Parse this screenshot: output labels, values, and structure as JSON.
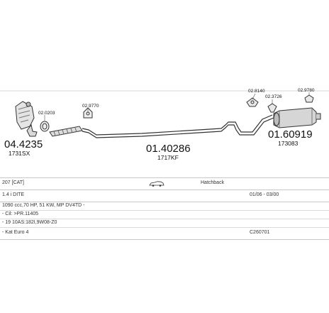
{
  "diagram": {
    "parts": [
      {
        "ref": "04.4235",
        "code": "1731SX"
      },
      {
        "ref": "02.0203",
        "code": ""
      },
      {
        "ref": "02.9770",
        "code": ""
      },
      {
        "ref": "01.40286",
        "code": "1717KF"
      },
      {
        "ref": "02.8140",
        "code": ""
      },
      {
        "ref": "02.3726",
        "code": ""
      },
      {
        "ref": "02.9780",
        "code": ""
      },
      {
        "ref": "01.60919",
        "code": "173083"
      }
    ]
  },
  "vehicle": {
    "model": "207  [CAT]",
    "body": "Hatchback",
    "engine": "1.4 i DITE",
    "period": "01/06 - 03/00",
    "spec": "1090 ccc,70 HP, 51 KW, MP DV4TD -",
    "note1": "- Cil: >PR.11405",
    "note2": "- 19 10AS:182I,9W08-Z0",
    "emission": "- Kat Euro 4",
    "code": "C260701"
  },
  "icons": {
    "car": "car-silhouette-icon"
  },
  "colors": {
    "line": "#333333",
    "grid": "#c8c8c8"
  }
}
